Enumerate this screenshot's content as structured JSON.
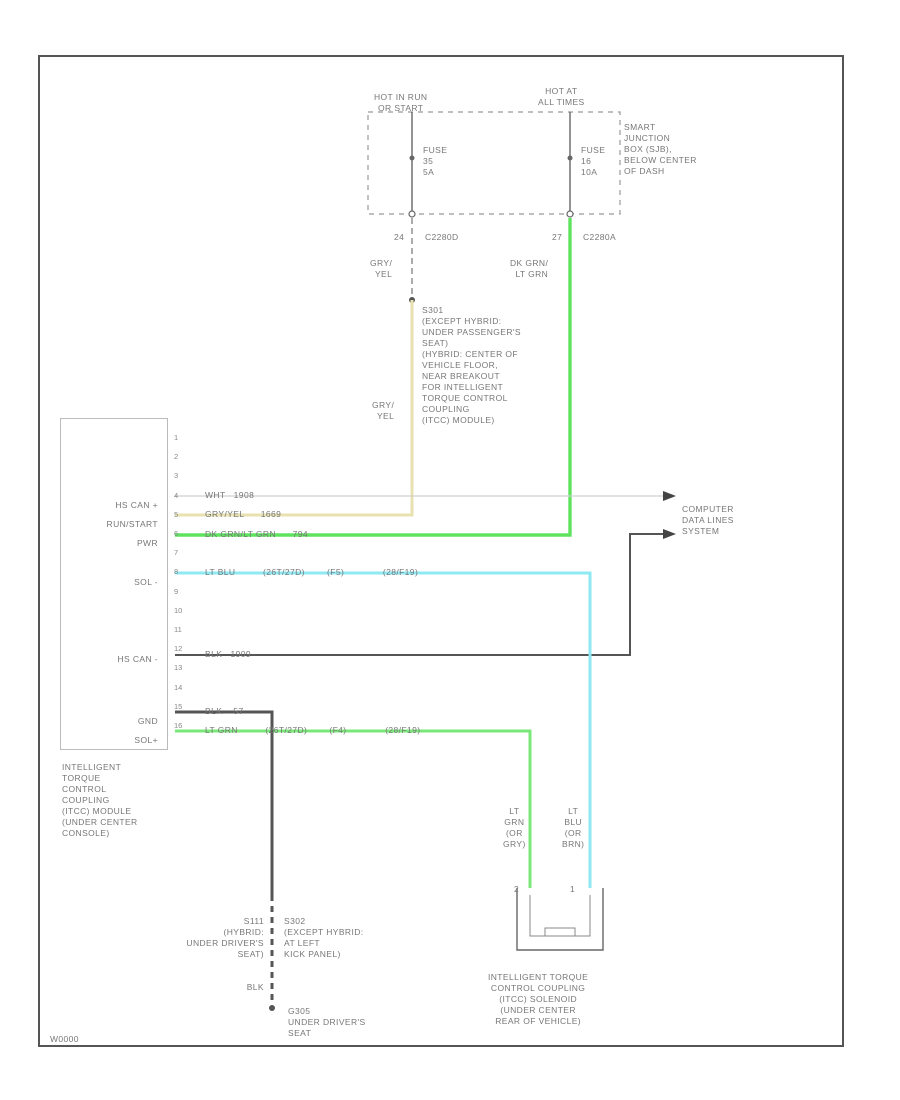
{
  "diagram": {
    "corner_code": "W0000",
    "power": {
      "hot_left": "HOT IN RUN\nOR START",
      "hot_right": "HOT AT\nALL TIMES",
      "smart_junction": "SMART\nJUNCTION\nBOX (SJB),\nBELOW CENTER\nOF DASH",
      "fuse_left": "FUSE\n35\n5A",
      "fuse_right": "FUSE\n16\n10A",
      "pin_left": "24",
      "pin_right": "27",
      "conn_left": "C2280D",
      "conn_right": "C2280A",
      "wire_left_top": "GRY/\nYEL",
      "wire_right_top": "DK GRN/\nLT GRN"
    },
    "splice": {
      "text": "S301\n(EXCEPT HYBRID:\nUNDER PASSENGER'S\nSEAT)\n(HYBRID: CENTER OF\nVEHICLE FLOOR,\nNEAR BREAKOUT\nFOR INTELLIGENT\nTORQUE CONTROL\nCOUPLING\n(ITCC) MODULE)",
      "wire_below": "GRY/\nYEL"
    },
    "module": {
      "name": "INTELLIGENT\nTORQUE\nCONTROL\nCOUPLING\n(ITCC) MODULE\n(UNDER CENTER\nCONSOLE)",
      "pin_numbers": [
        "1",
        "2",
        "3",
        "4",
        "5",
        "6",
        "7",
        "8",
        "9",
        "10",
        "11",
        "12",
        "13",
        "14",
        "15",
        "16"
      ],
      "labels": {
        "hs_can_plus": "HS CAN +",
        "run_start": "RUN/START",
        "pwr": "PWR",
        "sol_minus": "SOL -",
        "hs_can_minus": "HS CAN -",
        "gnd": "GND",
        "sol_plus": "SOL+"
      }
    },
    "wires": {
      "w4": "WHT   1908",
      "w5": "GRY/YEL      1669",
      "w6": "DK GRN/LT GRN      794",
      "w8": "LT BLU          (26T/27D)        (F5)              (28/F19)",
      "w12": "BLK   1909",
      "w15": "BLK    57",
      "w16": "LT GRN          (26T/27D)        (F4)              (28/F19)"
    },
    "computer": "COMPUTER\nDATA LINES\nSYSTEM",
    "solenoid": {
      "wire_left": "LT\nGRN\n(OR\nGRY)",
      "wire_right": "LT\nBLU\n(OR\nBRN)",
      "pin_left": "2",
      "pin_right": "1",
      "name": "INTELLIGENT TORQUE\nCONTROL COUPLING\n(ITCC) SOLENOID\n(UNDER CENTER\nREAR OF VEHICLE)"
    },
    "ground": {
      "s111": "S111\n(HYBRID:\nUNDER DRIVER'S\nSEAT)",
      "s302": "S302\n(EXCEPT HYBRID:\nAT LEFT\nKICK PANEL)",
      "wire": "BLK",
      "g305": "G305\nUNDER DRIVER'S\nSEAT"
    },
    "colors": {
      "gry_yel": "#e8e2b0",
      "dk_grn": "#5fe35f",
      "lt_blu": "#8ee9f2",
      "lt_grn": "#79e879",
      "blk": "#555555",
      "wht": "#d0d0d0"
    }
  }
}
